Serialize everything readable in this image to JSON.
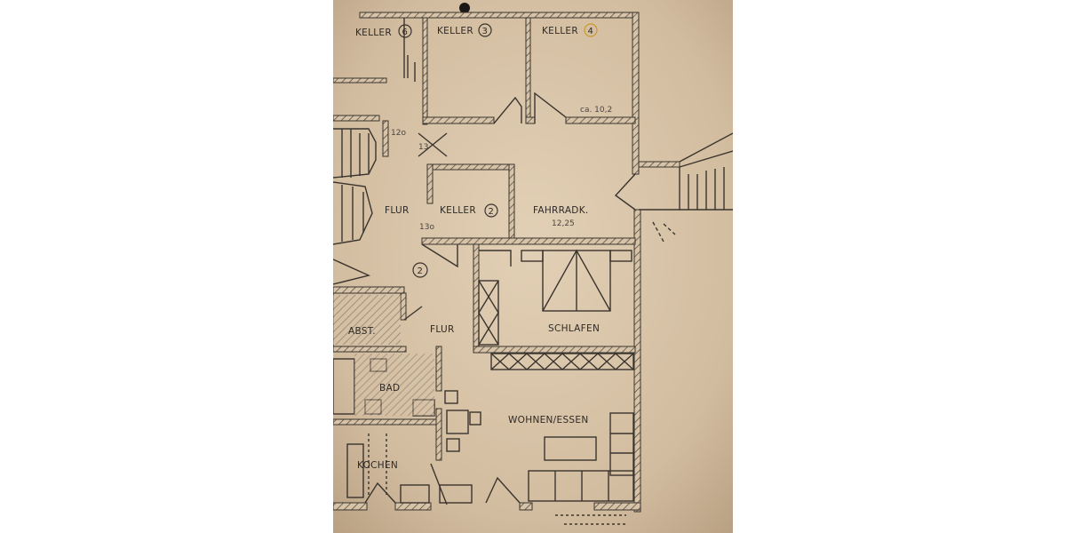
{
  "colors": {
    "paper": "#d7c3a8",
    "line": "#3a342e",
    "hatch": "#5a4f44",
    "circle_highlight": "#c89a2a"
  },
  "rooms": {
    "keller6": "KELLER",
    "keller3": "KELLER",
    "keller4": "KELLER",
    "keller2": "KELLER",
    "fahrradk": "FAHRRADK.",
    "flur_upper": "FLUR",
    "flur_lower": "FLUR",
    "schlafen": "SCHLAFEN",
    "abst": "ABST.",
    "bad": "BAD",
    "wohnen": "WOHNEN/ESSEN",
    "kochen": "KOCHEN"
  },
  "numbers": {
    "keller6_no": "6",
    "keller3_no": "3",
    "keller4_no": "4",
    "keller2_no": "2",
    "flur_no": "2"
  },
  "annotations": {
    "area_keller4": "ca. 10,2",
    "area_fahrradk": "12,25",
    "step_a": "12o",
    "step_b": "13",
    "step_c": "13o"
  }
}
